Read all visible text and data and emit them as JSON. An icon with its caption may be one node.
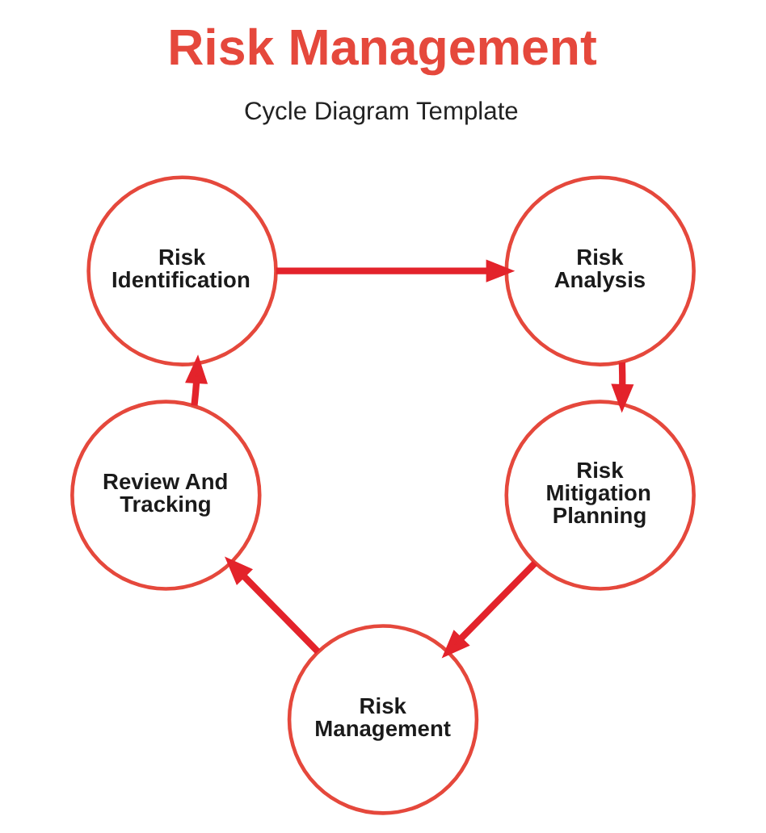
{
  "diagram": {
    "title": "Risk Management",
    "nodes": [
      {
        "text": [
          "Risk Identification"
        ]
      },
      {
        "text": [
          "Risk Analysis"
        ]
      },
      {
        "text": [
          "Risk Mitigation Planning"
        ]
      },
      {
        "text": [
          "Risk Management"
        ]
      },
      {
        "text": [
          "Review And Tracking"
        ]
      }
    ],
    "edges": [
      {
        "from": 0,
        "to": 1,
        "arrow": "to"
      },
      {
        "from": 1,
        "to": 2,
        "arrow": "to"
      },
      {
        "from": 2,
        "to": 3,
        "arrow": "to"
      },
      {
        "from": 3,
        "to": 4,
        "arrow": "to"
      },
      {
        "from": 4,
        "to": 0,
        "arrow": "to"
      }
    ],
    "labels": [
      "Cycle Diagram Template"
    ]
  }
}
